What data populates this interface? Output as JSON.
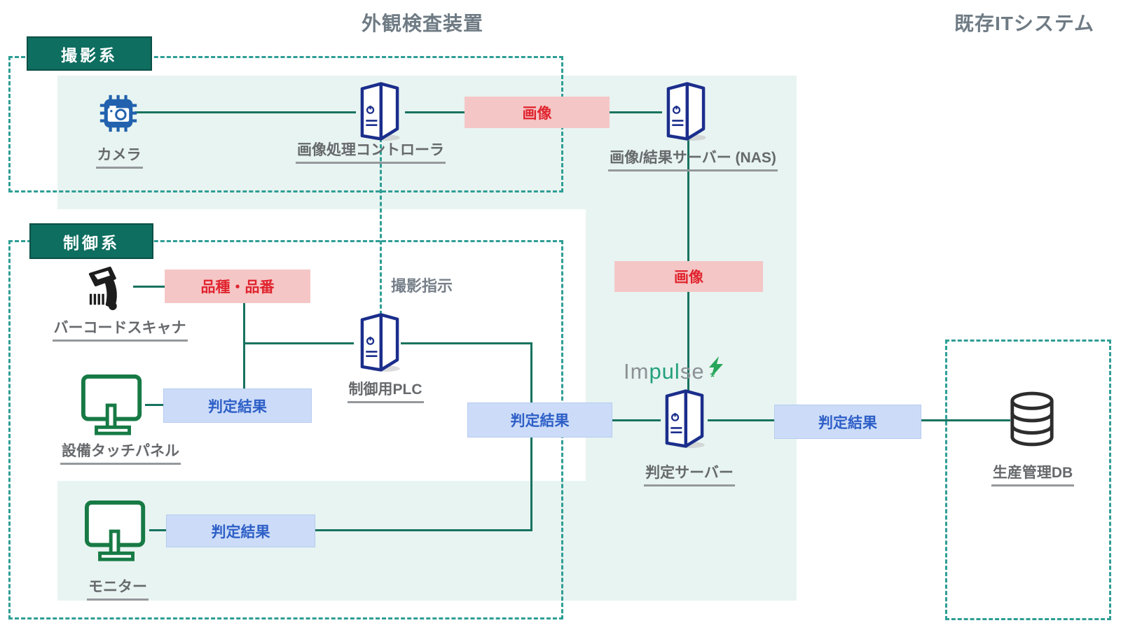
{
  "titles": {
    "inspection_system": "外観検査装置",
    "existing_it_system": "既存ITシステム"
  },
  "zones": {
    "imaging": {
      "label": "撮影系"
    },
    "control": {
      "label": "制御系"
    }
  },
  "nodes": {
    "camera": {
      "label": "カメラ"
    },
    "image_controller": {
      "label": "画像処理コントローラ"
    },
    "nas": {
      "label": "画像/結果サーバー (NAS)"
    },
    "barcode_scanner": {
      "label": "バーコードスキャナ"
    },
    "plc": {
      "label": "制御用PLC"
    },
    "touch_panel": {
      "label": "設備タッチパネル"
    },
    "monitor": {
      "label": "モニター"
    },
    "judge_server": {
      "label": "判定サーバー"
    },
    "production_db": {
      "label": "生産管理DB"
    }
  },
  "flows": {
    "image_top": {
      "label": "画像"
    },
    "image_mid": {
      "label": "画像"
    },
    "product_info": {
      "label": "品種・品番"
    },
    "shoot_instruction": {
      "label": "撮影指示"
    },
    "result_touch": {
      "label": "判定結果"
    },
    "result_monitor": {
      "label": "判定結果"
    },
    "result_center": {
      "label": "判定結果"
    },
    "result_db": {
      "label": "判定結果"
    }
  },
  "logo": {
    "prefix": "Im",
    "highlight": "pul",
    "suffix": "se"
  },
  "colors": {
    "mint_background": "#e8f4f1",
    "teal_dash": "#2f9e95",
    "zone_tag_bg": "#0e6e60",
    "line_green": "#17735f",
    "flow_pink_bg": "#f5c6c6",
    "flow_red_text": "#e0242e",
    "flow_blue_bg": "#ccdcf8",
    "flow_blue_text": "#2e5fc7",
    "server_navy": "#1b2e8c",
    "monitor_green": "#177a45",
    "camera_blue": "#2161ae",
    "title_gray": "#6f7b84",
    "impulse_green": "#23a07c"
  }
}
